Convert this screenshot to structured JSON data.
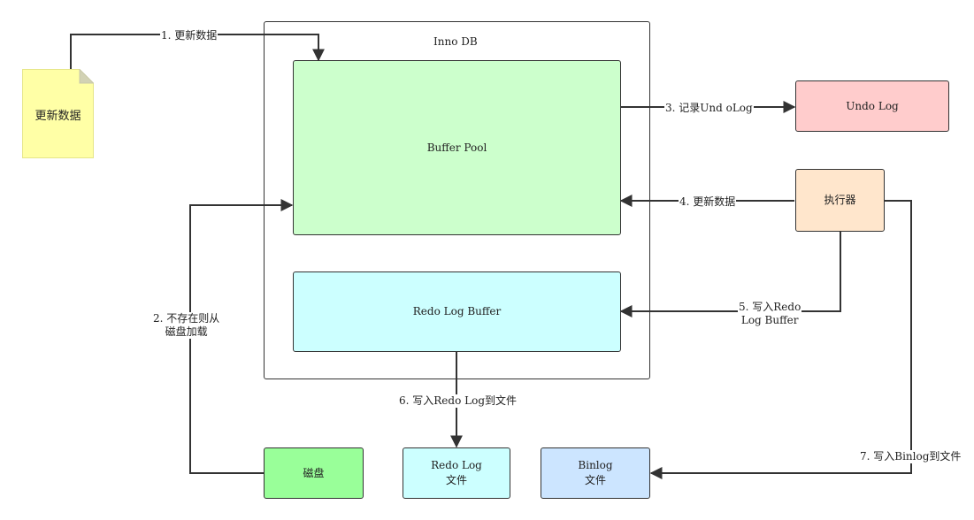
{
  "nodes": {
    "update_data_doc": {
      "label": "更新数据",
      "color": "#ffffa6"
    },
    "innodb": {
      "label": "Inno DB"
    },
    "buffer_pool": {
      "label": "Buffer Pool",
      "color": "#ccffcc"
    },
    "redo_log_buffer": {
      "label": "Redo Log Buffer",
      "color": "#ccffff"
    },
    "undo_log": {
      "label": "Undo Log",
      "color": "#ffcccc"
    },
    "executor": {
      "label": "执行器",
      "color": "#ffe6cc"
    },
    "disk": {
      "label": "磁盘",
      "color": "#99ff99"
    },
    "redo_log_file": {
      "label": "Redo Log\n文件",
      "color": "#ccffff"
    },
    "binlog_file": {
      "label": "Binlog\n文件",
      "color": "#cce5ff"
    }
  },
  "edges": {
    "e1": {
      "label": "1. 更新数据"
    },
    "e2": {
      "label": "2. 不存在则从\n磁盘加载"
    },
    "e3": {
      "label": "3. 记录Und oLog"
    },
    "e4": {
      "label": "4. 更新数据"
    },
    "e5": {
      "label": "5. 写入Redo\nLog Buffer"
    },
    "e6": {
      "label": "6. 写入Redo Log到文件"
    },
    "e7": {
      "label": "7. 写入Binlog到文件"
    }
  }
}
